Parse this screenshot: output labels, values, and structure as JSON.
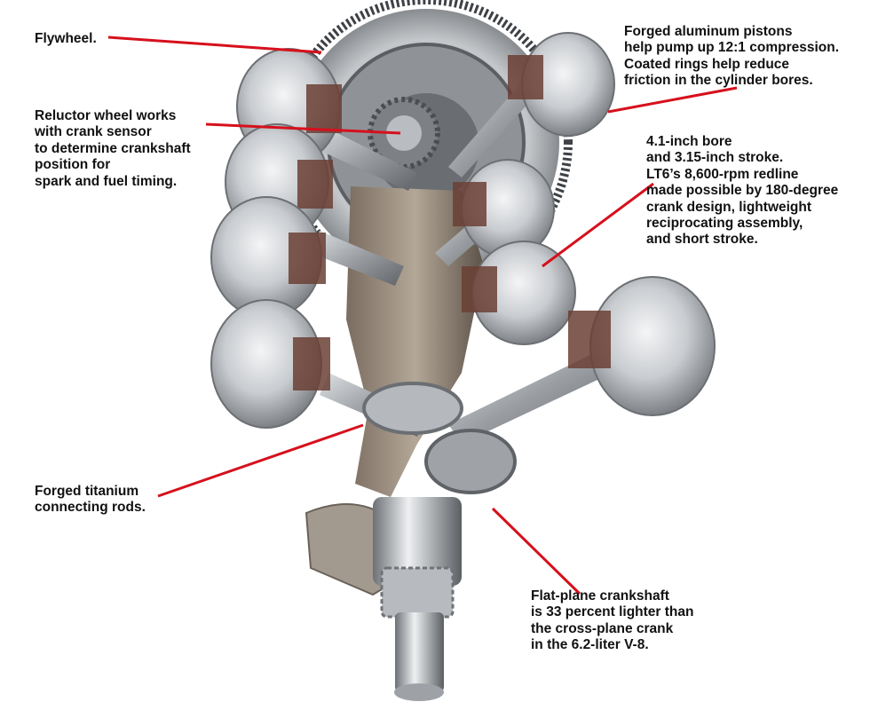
{
  "colors": {
    "leader_line": "#d6101c",
    "label_text": "#111111",
    "background": "#ffffff",
    "metal_light": "#e6e8ea",
    "metal_mid": "#a9adb1",
    "metal_dark": "#5e6266",
    "rod_brown": "#6b3f35"
  },
  "callouts": {
    "flywheel": {
      "lines": [
        "Flywheel."
      ]
    },
    "reluctor": {
      "lines": [
        "Reluctor wheel works",
        "with crank sensor",
        "to determine crankshaft",
        "position for",
        "spark and fuel timing."
      ]
    },
    "pistons": {
      "lines": [
        "Forged aluminum pistons",
        "help pump up 12:1 compression.",
        "Coated rings help reduce",
        "friction in the cylinder bores."
      ]
    },
    "bore": {
      "lines": [
        "4.1-inch bore",
        "and 3.15-inch stroke.",
        "LT6’s 8,600-rpm redline",
        "made possible by 180-degree",
        "crank design, lightweight",
        "reciprocating assembly,",
        "and short stroke."
      ]
    },
    "rods": {
      "lines": [
        "Forged titanium",
        "connecting rods."
      ]
    },
    "crank": {
      "lines": [
        "Flat-plane crankshaft",
        "is 33 percent lighter than",
        "the cross-plane crank",
        "in the 6.2-liter V-8."
      ]
    }
  }
}
